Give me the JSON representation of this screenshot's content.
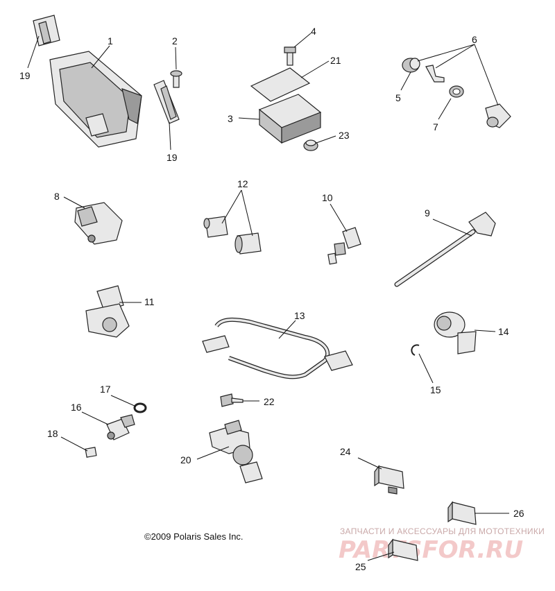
{
  "callouts": {
    "c1": "1",
    "c2": "2",
    "c3": "3",
    "c4": "4",
    "c5": "5",
    "c6": "6",
    "c7": "7",
    "c8": "8",
    "c9": "9",
    "c10": "10",
    "c11": "11",
    "c12": "12",
    "c13": "13",
    "c14": "14",
    "c15": "15",
    "c16": "16",
    "c17": "17",
    "c18": "18",
    "c19a": "19",
    "c19b": "19",
    "c20": "20",
    "c21": "21",
    "c22": "22",
    "c23": "23",
    "c24": "24",
    "c25": "25",
    "c26": "26"
  },
  "copyright": "©2009 Polaris Sales Inc.",
  "watermark": {
    "tagline": "ЗАПЧАСТИ И АКСЕССУАРЫ ДЛЯ МОТОТЕХНИКИ",
    "logo": "PARTSFOR.RU"
  }
}
